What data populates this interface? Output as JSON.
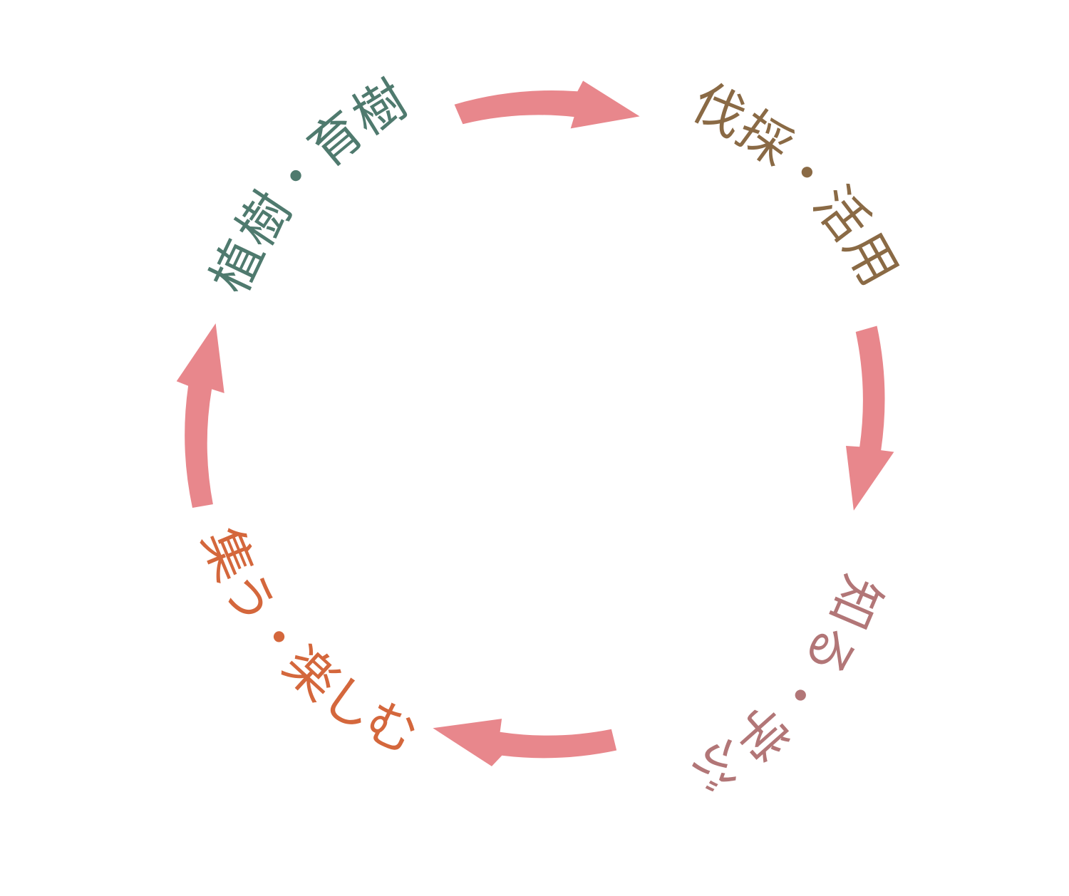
{
  "diagram": {
    "background": "#ffffff",
    "arrow_color": "#e8878c",
    "stages": [
      {
        "id": "planting",
        "label": "植樹・育樹",
        "color": "#4f7a6e"
      },
      {
        "id": "harvesting",
        "label": "伐採・活用",
        "color": "#8a6a45"
      },
      {
        "id": "learning",
        "label": "知る・学ぶ",
        "color": "#b27677"
      },
      {
        "id": "gathering",
        "label": "集う・楽しむ",
        "color": "#d4673c"
      }
    ],
    "arrows": [
      {
        "from": "planting",
        "to": "harvesting"
      },
      {
        "from": "harvesting",
        "to": "learning"
      },
      {
        "from": "learning",
        "to": "gathering"
      },
      {
        "from": "gathering",
        "to": "planting"
      }
    ]
  }
}
